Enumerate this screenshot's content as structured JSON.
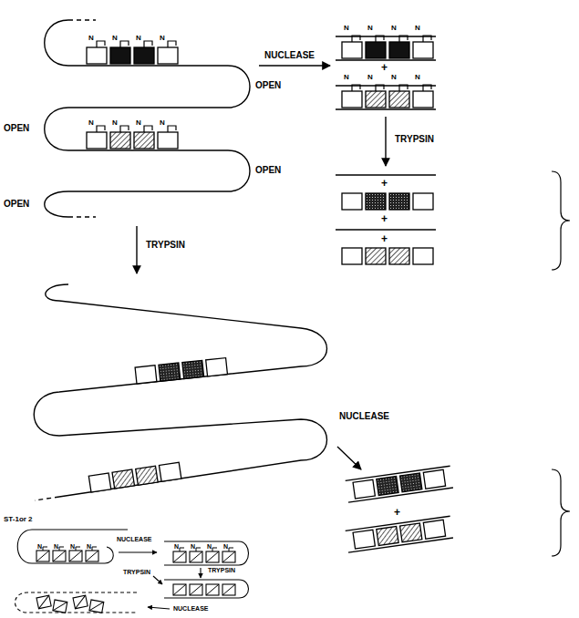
{
  "diagram": {
    "labels": [
      "N",
      "N",
      "N",
      "N",
      "OPEN",
      "OPEN",
      "N",
      "N",
      "N",
      "N",
      "OPEN",
      "OPEN",
      "NUCLEASE",
      "N",
      "N",
      "N",
      "N",
      "+",
      "N",
      "N",
      "N",
      "N",
      "TRYPSIN",
      "+",
      "+",
      "+",
      "TRYPSIN",
      "NUCLEASE",
      "+",
      "ST-1or 2",
      "NUCLEASE",
      "N",
      "N",
      "N",
      "N",
      "N",
      "N",
      "N",
      "N",
      "TRYPSIN",
      "TRYPSIN",
      "NUCLEASE"
    ]
  }
}
